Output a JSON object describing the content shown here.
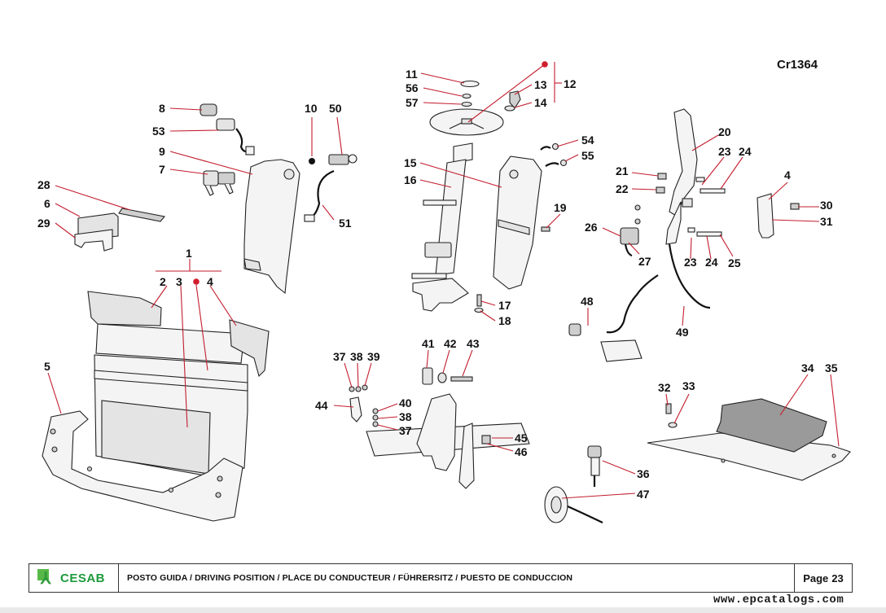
{
  "document": {
    "code": "Cr1364",
    "brand": "CESAB",
    "title": "POSTO GUIDA / DRIVING POSITION / PLACE DU CONDUCTEUR / FÜHRERSITZ / PUESTO DE CONDUCCION",
    "page_label": "Page",
    "page_number": "23",
    "watermark": "www.epcatalogs.com"
  },
  "colors": {
    "leader_lines": "#c21d2d",
    "marker_dot": "#d01e2e",
    "logo_green": "#1e9a3c",
    "part_outline": "#222222"
  },
  "callouts": [
    {
      "id": "c1",
      "label": "1"
    },
    {
      "id": "c2",
      "label": "2"
    },
    {
      "id": "c3",
      "label": "3"
    },
    {
      "id": "c4a",
      "label": "4"
    },
    {
      "id": "c4b",
      "label": "4"
    },
    {
      "id": "c5",
      "label": "5"
    },
    {
      "id": "c6",
      "label": "6"
    },
    {
      "id": "c7",
      "label": "7"
    },
    {
      "id": "c8",
      "label": "8"
    },
    {
      "id": "c9",
      "label": "9"
    },
    {
      "id": "c10",
      "label": "10"
    },
    {
      "id": "c11",
      "label": "11"
    },
    {
      "id": "c12",
      "label": "12"
    },
    {
      "id": "c13",
      "label": "13"
    },
    {
      "id": "c14",
      "label": "14"
    },
    {
      "id": "c15",
      "label": "15"
    },
    {
      "id": "c16",
      "label": "16"
    },
    {
      "id": "c17",
      "label": "17"
    },
    {
      "id": "c18",
      "label": "18"
    },
    {
      "id": "c19",
      "label": "19"
    },
    {
      "id": "c20",
      "label": "20"
    },
    {
      "id": "c21",
      "label": "21"
    },
    {
      "id": "c22",
      "label": "22"
    },
    {
      "id": "c23a",
      "label": "23"
    },
    {
      "id": "c23b",
      "label": "23"
    },
    {
      "id": "c24a",
      "label": "24"
    },
    {
      "id": "c24b",
      "label": "24"
    },
    {
      "id": "c25",
      "label": "25"
    },
    {
      "id": "c26",
      "label": "26"
    },
    {
      "id": "c27",
      "label": "27"
    },
    {
      "id": "c28",
      "label": "28"
    },
    {
      "id": "c29",
      "label": "29"
    },
    {
      "id": "c30",
      "label": "30"
    },
    {
      "id": "c31",
      "label": "31"
    },
    {
      "id": "c32",
      "label": "32"
    },
    {
      "id": "c33",
      "label": "33"
    },
    {
      "id": "c34",
      "label": "34"
    },
    {
      "id": "c35",
      "label": "35"
    },
    {
      "id": "c36",
      "label": "36"
    },
    {
      "id": "c37a",
      "label": "37"
    },
    {
      "id": "c37b",
      "label": "37"
    },
    {
      "id": "c38a",
      "label": "38"
    },
    {
      "id": "c38b",
      "label": "38"
    },
    {
      "id": "c39",
      "label": "39"
    },
    {
      "id": "c40",
      "label": "40"
    },
    {
      "id": "c41",
      "label": "41"
    },
    {
      "id": "c42",
      "label": "42"
    },
    {
      "id": "c43",
      "label": "43"
    },
    {
      "id": "c44",
      "label": "44"
    },
    {
      "id": "c45",
      "label": "45"
    },
    {
      "id": "c46",
      "label": "46"
    },
    {
      "id": "c47",
      "label": "47"
    },
    {
      "id": "c48",
      "label": "48"
    },
    {
      "id": "c49",
      "label": "49"
    },
    {
      "id": "c50",
      "label": "50"
    },
    {
      "id": "c51",
      "label": "51"
    },
    {
      "id": "c53",
      "label": "53"
    },
    {
      "id": "c54",
      "label": "54"
    },
    {
      "id": "c55",
      "label": "55"
    },
    {
      "id": "c56",
      "label": "56"
    },
    {
      "id": "c57",
      "label": "57"
    }
  ]
}
